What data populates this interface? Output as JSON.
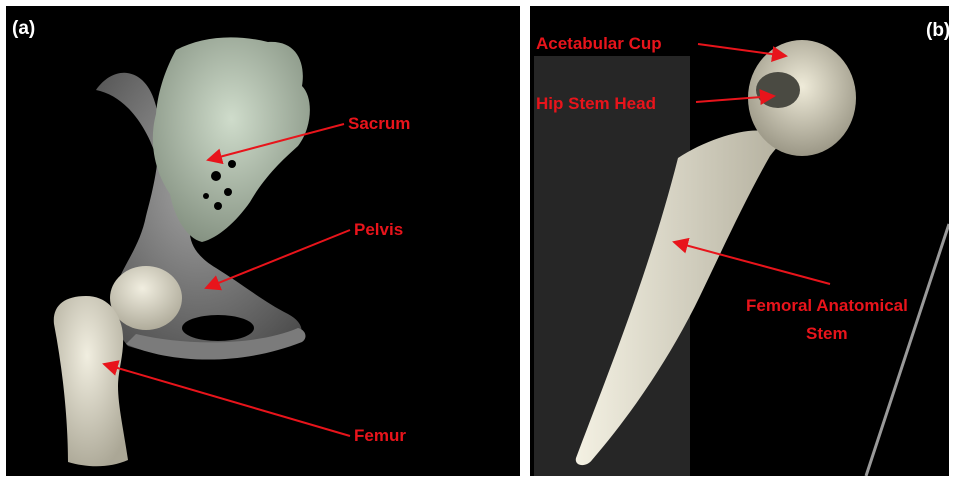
{
  "panels": {
    "a": {
      "label": "(a)",
      "annotations": {
        "sacrum": "Sacrum",
        "pelvis": "Pelvis",
        "femur": "Femur"
      }
    },
    "b": {
      "label": "(b)",
      "annotations": {
        "cup": "Acetabular Cup",
        "head": "Hip Stem Head",
        "stem_line1": "Femoral Anatomical",
        "stem_line2": "Stem"
      }
    }
  },
  "colors": {
    "annotation": "#e8141b",
    "background": "#000000",
    "bone": "#ddd9c6",
    "sacrum": "#b7c6b3",
    "pelvis": "#8f8f8f",
    "implant": "#e2dfcd"
  }
}
